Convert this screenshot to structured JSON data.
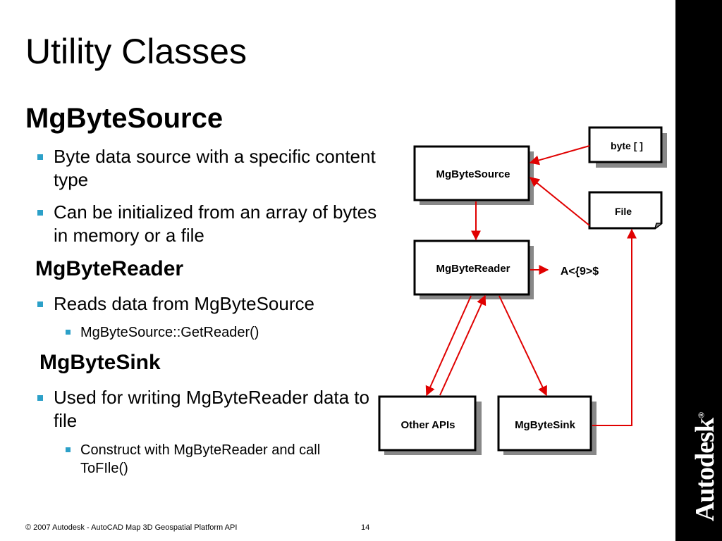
{
  "slide": {
    "title": "Utility Classes",
    "sections": [
      {
        "heading": "MgByteSource",
        "bullets": [
          "Byte data source with a specific content type",
          "Can be initialized from an array of bytes in memory or a file"
        ]
      },
      {
        "heading": "MgByteReader",
        "bullets": [
          "Reads data from MgByteSource"
        ],
        "sub_bullets": [
          "MgByteSource::GetReader()"
        ]
      },
      {
        "heading": "MgByteSink",
        "bullets": [
          "Used for writing MgByteReader data to file"
        ],
        "sub_bullets": [
          "Construct with MgByteReader and call ToFIle()"
        ]
      }
    ]
  },
  "diagram": {
    "nodes": {
      "byte_array": "byte [ ]",
      "mgbytesource": "MgByteSource",
      "file": "File",
      "mgbytereader": "MgByteReader",
      "output_label": "A<{9>$",
      "other_apis": "Other APIs",
      "mgbytesink": "MgByteSink"
    },
    "arrow_color": "#e00000"
  },
  "footer": {
    "copyright": "© 2007 Autodesk - AutoCAD Map 3D Geospatial Platform API",
    "page_number": "14"
  },
  "brand": {
    "logo_text": "Autodesk",
    "registered_mark": "®"
  },
  "colors": {
    "bullet": "#2ca0c8",
    "sidebar": "#000000"
  }
}
